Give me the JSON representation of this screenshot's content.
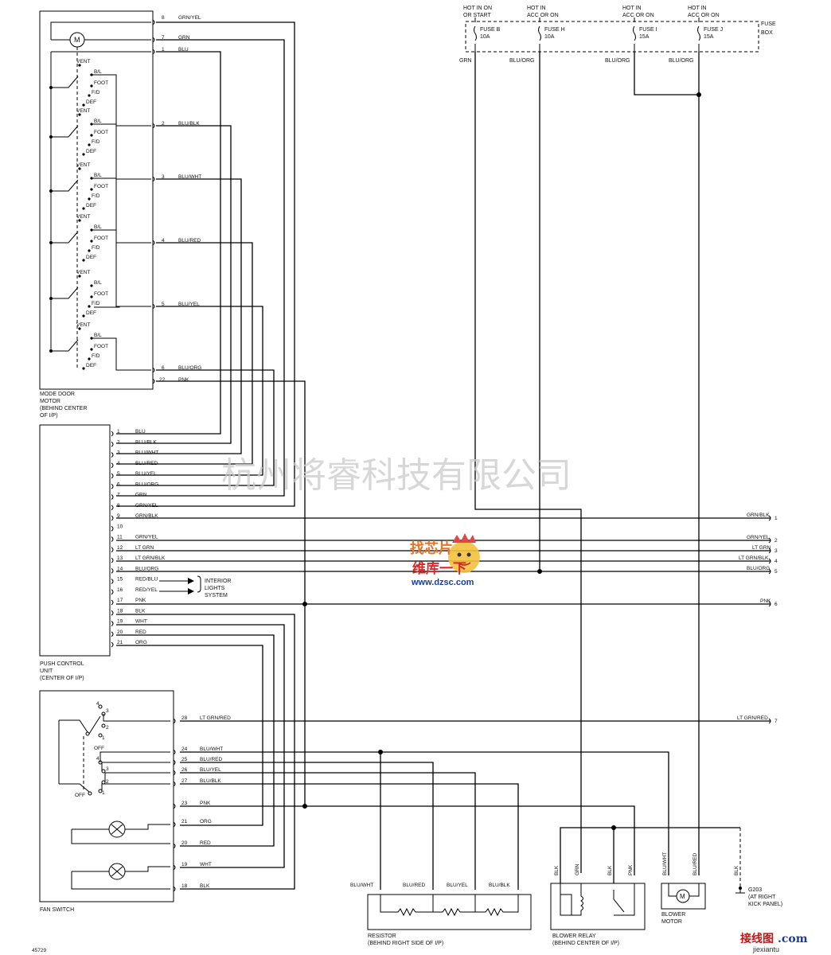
{
  "fuse_box": {
    "label": [
      "FUSE",
      "BOX"
    ],
    "fuses": [
      {
        "hot_in": [
          "HOT IN ON",
          "OR START"
        ],
        "name": "FUSE B",
        "rating": "10A",
        "wire": "GRN"
      },
      {
        "hot_in": [
          "HOT IN",
          "ACC OR ON"
        ],
        "name": "FUSE H",
        "rating": "10A",
        "wire": "BLU/ORG"
      },
      {
        "hot_in": [
          "HOT IN",
          "ACC OR ON"
        ],
        "name": "FUSE I",
        "rating": "15A",
        "wire": "BLU/ORG"
      },
      {
        "hot_in": [
          "HOT IN",
          "ACC OR ON"
        ],
        "name": "FUSE J",
        "rating": "15A",
        "wire": "BLU/ORG"
      }
    ]
  },
  "mode_door_motor": {
    "label": [
      "MODE DOOR",
      "MOTOR",
      "(BEHIND CENTER",
      "OF I/P)"
    ],
    "motor_symbol": "M",
    "switch_positions": [
      "VENT",
      "B/L",
      "FOOT",
      "F/D",
      "DEF"
    ],
    "pins": [
      {
        "pin": "8",
        "wire": "GRN/YEL"
      },
      {
        "pin": "7",
        "wire": "GRN"
      },
      {
        "pin": "1",
        "wire": "BLU"
      },
      {
        "pin": "2",
        "wire": "BLU/BLK"
      },
      {
        "pin": "3",
        "wire": "BLU/WHT"
      },
      {
        "pin": "4",
        "wire": "BLU/RED"
      },
      {
        "pin": "5",
        "wire": "BLU/YEL"
      },
      {
        "pin": "6",
        "wire": "BLU/ORG"
      },
      {
        "pin": "22",
        "wire": "PNK"
      }
    ]
  },
  "push_control_unit": {
    "label": [
      "PUSH CONTROL",
      "UNIT",
      "(CENTER OF I/P)"
    ],
    "pins": [
      {
        "pin": "1",
        "wire": "BLU"
      },
      {
        "pin": "2",
        "wire": "BLU/BLK"
      },
      {
        "pin": "3",
        "wire": "BLU/WHT"
      },
      {
        "pin": "4",
        "wire": "BLU/RED"
      },
      {
        "pin": "5",
        "wire": "BLU/YEL"
      },
      {
        "pin": "6",
        "wire": "BLU/ORG"
      },
      {
        "pin": "7",
        "wire": "GRN"
      },
      {
        "pin": "8",
        "wire": "GRN/YEL"
      },
      {
        "pin": "9",
        "wire": "GRN/BLK"
      },
      {
        "pin": "10",
        "wire": ""
      },
      {
        "pin": "11",
        "wire": "GRN/YEL"
      },
      {
        "pin": "12",
        "wire": "LT GRN"
      },
      {
        "pin": "13",
        "wire": "LT GRN/BLK"
      },
      {
        "pin": "14",
        "wire": "BLU/ORG"
      },
      {
        "pin": "15",
        "wire": "RED/BLU"
      },
      {
        "pin": "16",
        "wire": "RED/YEL"
      },
      {
        "pin": "17",
        "wire": "PNK"
      },
      {
        "pin": "18",
        "wire": "BLK"
      },
      {
        "pin": "19",
        "wire": "WHT"
      },
      {
        "pin": "20",
        "wire": "RED"
      },
      {
        "pin": "21",
        "wire": "ORG"
      }
    ],
    "interior_lights": [
      "INTERIOR",
      "LIGHTS",
      "SYSTEM"
    ]
  },
  "right_connector": [
    {
      "wire": "GRN/BLK",
      "num": "1"
    },
    {
      "wire": "GRN/YEL",
      "num": "2"
    },
    {
      "wire": "LT GRN",
      "num": "3"
    },
    {
      "wire": "LT GRN/BLK",
      "num": "4"
    },
    {
      "wire": "BLU/ORG",
      "num": "5"
    },
    {
      "wire": "PNK",
      "num": "6"
    },
    {
      "wire": "LT GRN/RED",
      "num": "7"
    }
  ],
  "fan_switch": {
    "label": "FAN SWITCH",
    "off_label": "OFF",
    "positions_top": [
      "4",
      "3",
      "2",
      "1"
    ],
    "positions_bottom": [
      "4",
      "3",
      "2",
      "1"
    ],
    "pins": [
      {
        "pin": "28",
        "wire": "LT GRN/RED"
      },
      {
        "pin": "24",
        "wire": "BLU/WHT"
      },
      {
        "pin": "25",
        "wire": "BLU/RED"
      },
      {
        "pin": "26",
        "wire": "BLU/YEL"
      },
      {
        "pin": "27",
        "wire": "BLU/BLK"
      },
      {
        "pin": "23",
        "wire": "PNK"
      },
      {
        "pin": "21",
        "wire": "ORG"
      },
      {
        "pin": "20",
        "wire": "RED"
      },
      {
        "pin": "19",
        "wire": "WHT"
      },
      {
        "pin": "18",
        "wire": "BLK"
      }
    ]
  },
  "resistor": {
    "label": [
      "RESISTOR",
      "(BEHIND RIGHT SIDE OF I/P)"
    ],
    "wires": [
      "BLU/WHT",
      "BLU/RED",
      "BLU/YEL",
      "BLU/BLK"
    ]
  },
  "blower_relay": {
    "label": [
      "BLOWER RELAY",
      "(BEHIND CENTER OF I/P)"
    ],
    "wires": [
      "BLK",
      "GRN",
      "BLK",
      "PNK"
    ]
  },
  "blower_motor": {
    "label": [
      "BLOWER",
      "MOTOR"
    ],
    "wires": [
      "BLU/WHT",
      "BLU/RED"
    ],
    "motor_symbol": "M"
  },
  "ground": {
    "wire": "BLK",
    "label": [
      "G203",
      "(AT RIGHT",
      "KICK PANEL)"
    ]
  },
  "watermarks": {
    "company": "杭州将睿科技有限公司",
    "logo_line1": "找芯片",
    "logo_line2": "维库一下",
    "logo_url": "www.dzsc.com",
    "bottom_brand": "接线图",
    "bottom_brand_dot": ".com",
    "bottom_url": "jiexiantu"
  },
  "figure_number": "45729"
}
